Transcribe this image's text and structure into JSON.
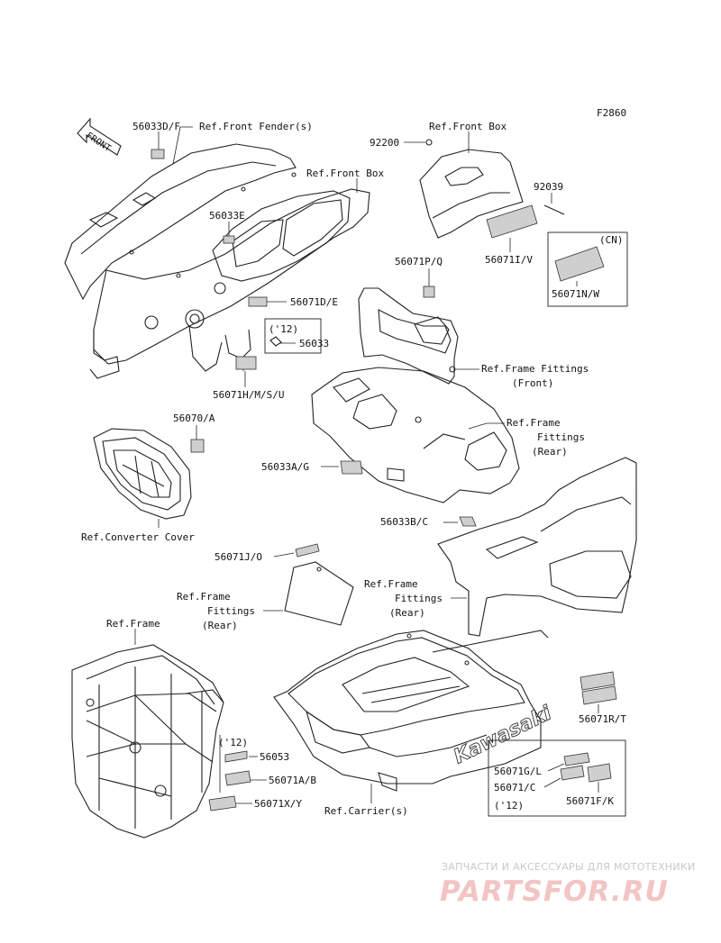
{
  "diagram_code": "F2860",
  "front_arrow_label": "FRONT",
  "brand_mark": "Kawasaki",
  "labels": {
    "p56033df": "56033D/F",
    "ref_front_fender": "Ref.Front Fender(s)",
    "ref_front_box_left": "Ref.Front Box",
    "p56033e": "56033E",
    "p56071de": "56071D/E",
    "year12_a": "('12)",
    "p56033": "56033",
    "p56071hmsu": "56071H/M/S/U",
    "ref_front_box_right": "Ref.Front Box",
    "p92200": "92200",
    "p92039": "92039",
    "p56071iv": "56071I/V",
    "cn": "(CN)",
    "p56071nw": "56071N/W",
    "p56071pq": "56071P/Q",
    "ref_frame_fittings_front_1": "Ref.Frame Fittings",
    "ref_frame_fittings_front_2": "(Front)",
    "p56070a": "56070/A",
    "ref_frame_fittings_rear_a1": "Ref.Frame",
    "ref_frame_fittings_rear_a2": "Fittings",
    "ref_frame_fittings_rear_a3": "(Rear)",
    "p56033ag": "56033A/G",
    "ref_converter_cover": "Ref.Converter Cover",
    "p56033bc": "56033B/C",
    "p56071jo": "56071J/O",
    "ref_frame_fittings_rear_b1": "Ref.Frame",
    "ref_frame_fittings_rear_b2": "Fittings",
    "ref_frame_fittings_rear_b3": "(Rear)",
    "ref_frame_fittings_rear_c1": "Ref.Frame",
    "ref_frame_fittings_rear_c2": "Fittings",
    "ref_frame_fittings_rear_c3": "(Rear)",
    "ref_frame": "Ref.Frame",
    "p56071rt": "56071R/T",
    "year12_b": "('12)",
    "p56053": "56053",
    "p56071ab": "56071A/B",
    "p56071xy": "56071X/Y",
    "ref_carriers": "Ref.Carrier(s)",
    "p56071gl": "56071G/L",
    "p56071c": "56071/C",
    "year12_c": "('12)",
    "p56071fk": "56071F/K"
  },
  "watermark": {
    "tagline": "ЗАПЧАСТИ И АКСЕССУАРЫ ДЛЯ МОТОТЕХНИКИ",
    "site": "PARTSFOR.RU"
  }
}
